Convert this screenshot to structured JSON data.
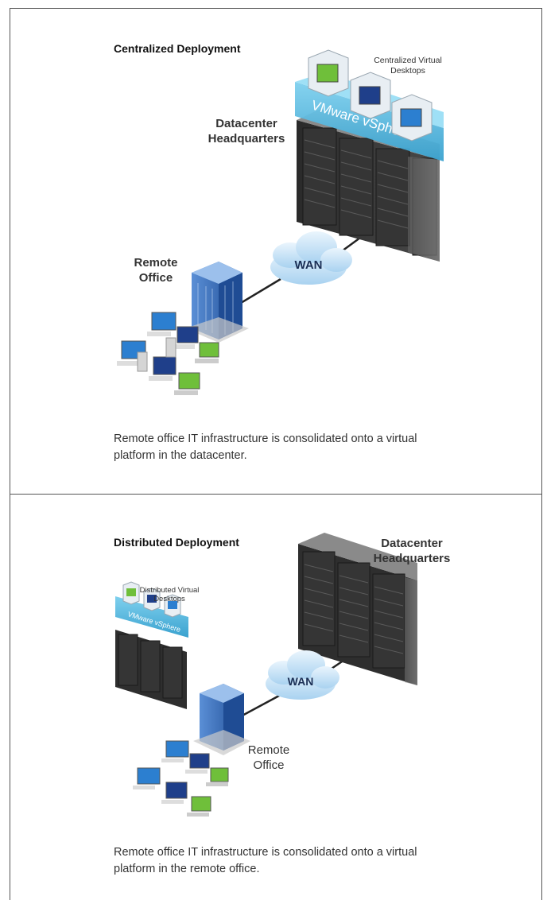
{
  "panel_centralized": {
    "heading": "Centralized Deployment",
    "datacenter_label": "Datacenter\nHeadquarters",
    "virtual_desktops_label": "Centralized Virtual\nDesktops",
    "vsphere_label": "VMware vSphere",
    "wan_label": "WAN",
    "remote_office_label": "Remote\nOffice",
    "caption": "Remote office IT infrastructure is consolidated onto a virtual platform in the datacenter."
  },
  "panel_distributed": {
    "heading": "Distributed Deployment",
    "datacenter_label": "Datacenter\nHeadquarters",
    "virtual_desktops_label": "Distributed Virtual\nDesktops",
    "vsphere_label": "VMware vSphere",
    "wan_label": "WAN",
    "remote_office_label": "Remote\nOffice",
    "caption": "Remote office IT infrastructure is consolidated onto a virtual platform in the remote office."
  },
  "colors": {
    "border": "#555555",
    "vsphere_band": "#4cb3d9",
    "cloud": "#cfe6f7",
    "building": "#2f66b3",
    "rack": "#3a3a3a",
    "screen_green": "#6fbf3a",
    "screen_blue": "#2c7fd0"
  }
}
